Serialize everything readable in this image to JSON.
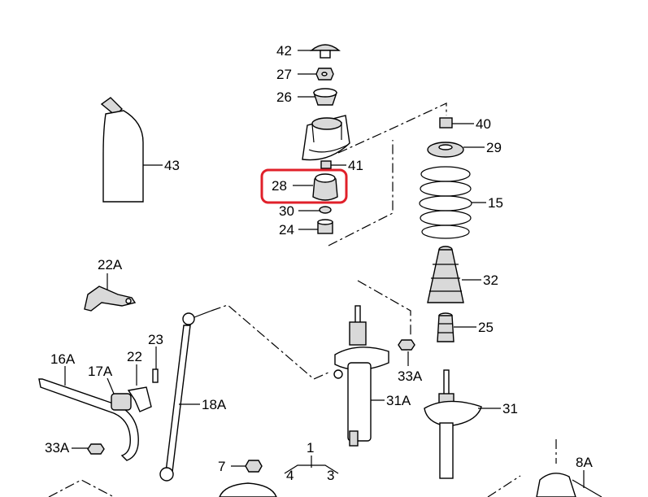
{
  "diagram": {
    "labels": {
      "p42": "42",
      "p27": "27",
      "p26": "26",
      "p41": "41",
      "p28": "28",
      "p30": "30",
      "p24": "24",
      "p40": "40",
      "p29": "29",
      "p15": "15",
      "p43": "43",
      "p22a": "22A",
      "p32": "32",
      "p25": "25",
      "p23": "23",
      "p22": "22",
      "p16a": "16A",
      "p17a": "17A",
      "p33a_right": "33A",
      "p31a": "31A",
      "p18a": "18A",
      "p31": "31",
      "p33a_left": "33A",
      "p1": "1",
      "p7": "7",
      "p4": "4",
      "p3": "3",
      "p8a": "8A"
    },
    "highlight": {
      "part": "28",
      "color": "#e0202a"
    }
  }
}
